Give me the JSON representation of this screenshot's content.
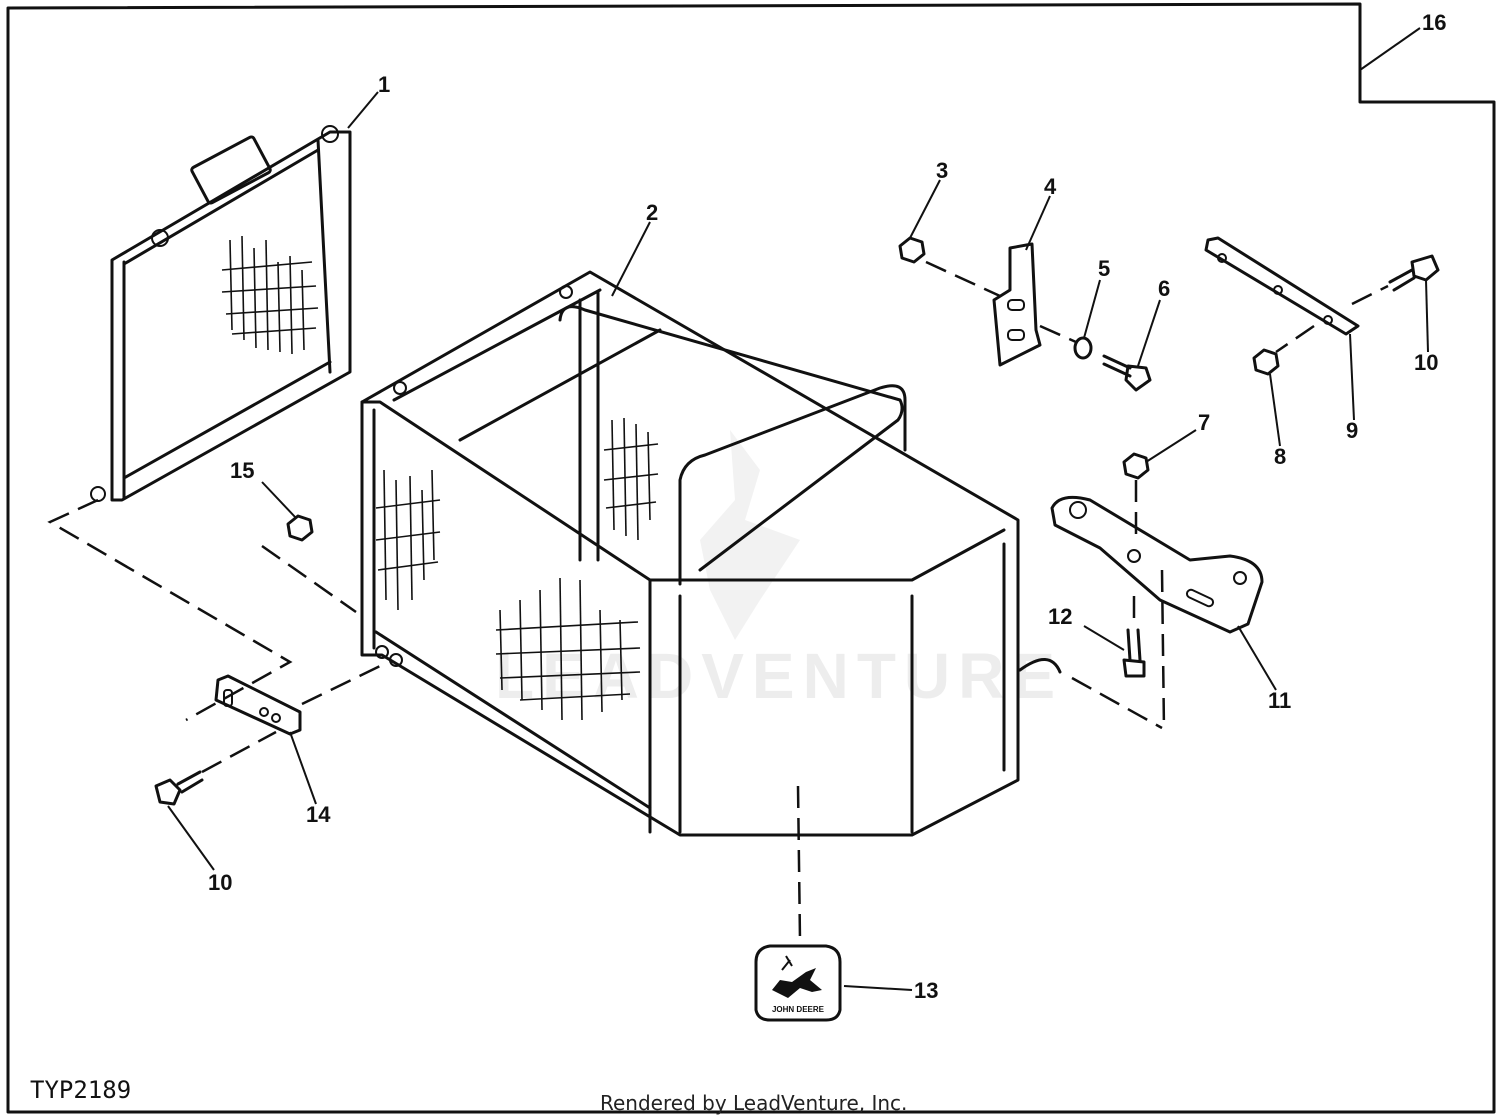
{
  "figure": {
    "id": "TYP2189",
    "credit": "Rendered by LeadVenture, Inc.",
    "watermark": "LEADVENTURE",
    "decal_text": "JOHN DEERE"
  },
  "callouts": [
    {
      "key": "c1",
      "label": "1"
    },
    {
      "key": "c2",
      "label": "2"
    },
    {
      "key": "c3",
      "label": "3"
    },
    {
      "key": "c4",
      "label": "4"
    },
    {
      "key": "c5",
      "label": "5"
    },
    {
      "key": "c6",
      "label": "6"
    },
    {
      "key": "c7",
      "label": "7"
    },
    {
      "key": "c8",
      "label": "8"
    },
    {
      "key": "c9",
      "label": "9"
    },
    {
      "key": "c10a",
      "label": "10"
    },
    {
      "key": "c10b",
      "label": "10"
    },
    {
      "key": "c11",
      "label": "11"
    },
    {
      "key": "c12",
      "label": "12"
    },
    {
      "key": "c13",
      "label": "13"
    },
    {
      "key": "c14",
      "label": "14"
    },
    {
      "key": "c15",
      "label": "15"
    },
    {
      "key": "c16",
      "label": "16"
    }
  ]
}
